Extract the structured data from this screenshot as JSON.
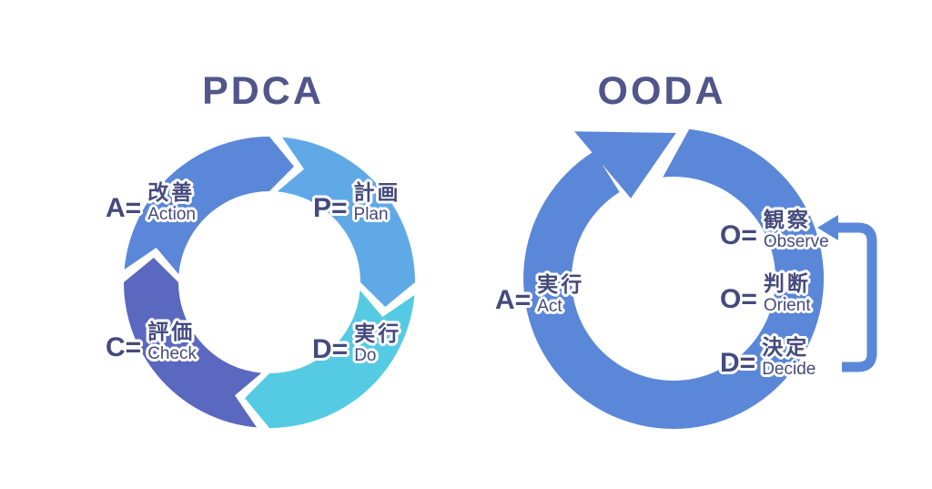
{
  "pdca": {
    "title": "PDCA",
    "segments": [
      {
        "id": "plan",
        "letter": "P=",
        "kanji": "計画",
        "english": "Plan",
        "color": "#60a9e7"
      },
      {
        "id": "do",
        "letter": "D=",
        "kanji": "実行",
        "english": "Do",
        "color": "#55cbe3"
      },
      {
        "id": "check",
        "letter": "C=",
        "kanji": "評価",
        "english": "Check",
        "color": "#5b68c0"
      },
      {
        "id": "action",
        "letter": "A=",
        "kanji": "改善",
        "english": "Action",
        "color": "#5b87d8"
      }
    ]
  },
  "ooda": {
    "title": "OODA",
    "ring_color": "#5b87d8",
    "steps": [
      {
        "id": "observe",
        "letter": "O=",
        "kanji": "観察",
        "english": "Observe"
      },
      {
        "id": "orient",
        "letter": "O=",
        "kanji": "判断",
        "english": "Orient"
      },
      {
        "id": "decide",
        "letter": "D=",
        "kanji": "決定",
        "english": "Decide"
      },
      {
        "id": "act",
        "letter": "A=",
        "kanji": "実行",
        "english": "Act"
      }
    ]
  },
  "colors": {
    "background": "#ffffff",
    "title_text": "#51568a",
    "label_text": "#454a7d",
    "halo": "#ffffff"
  }
}
